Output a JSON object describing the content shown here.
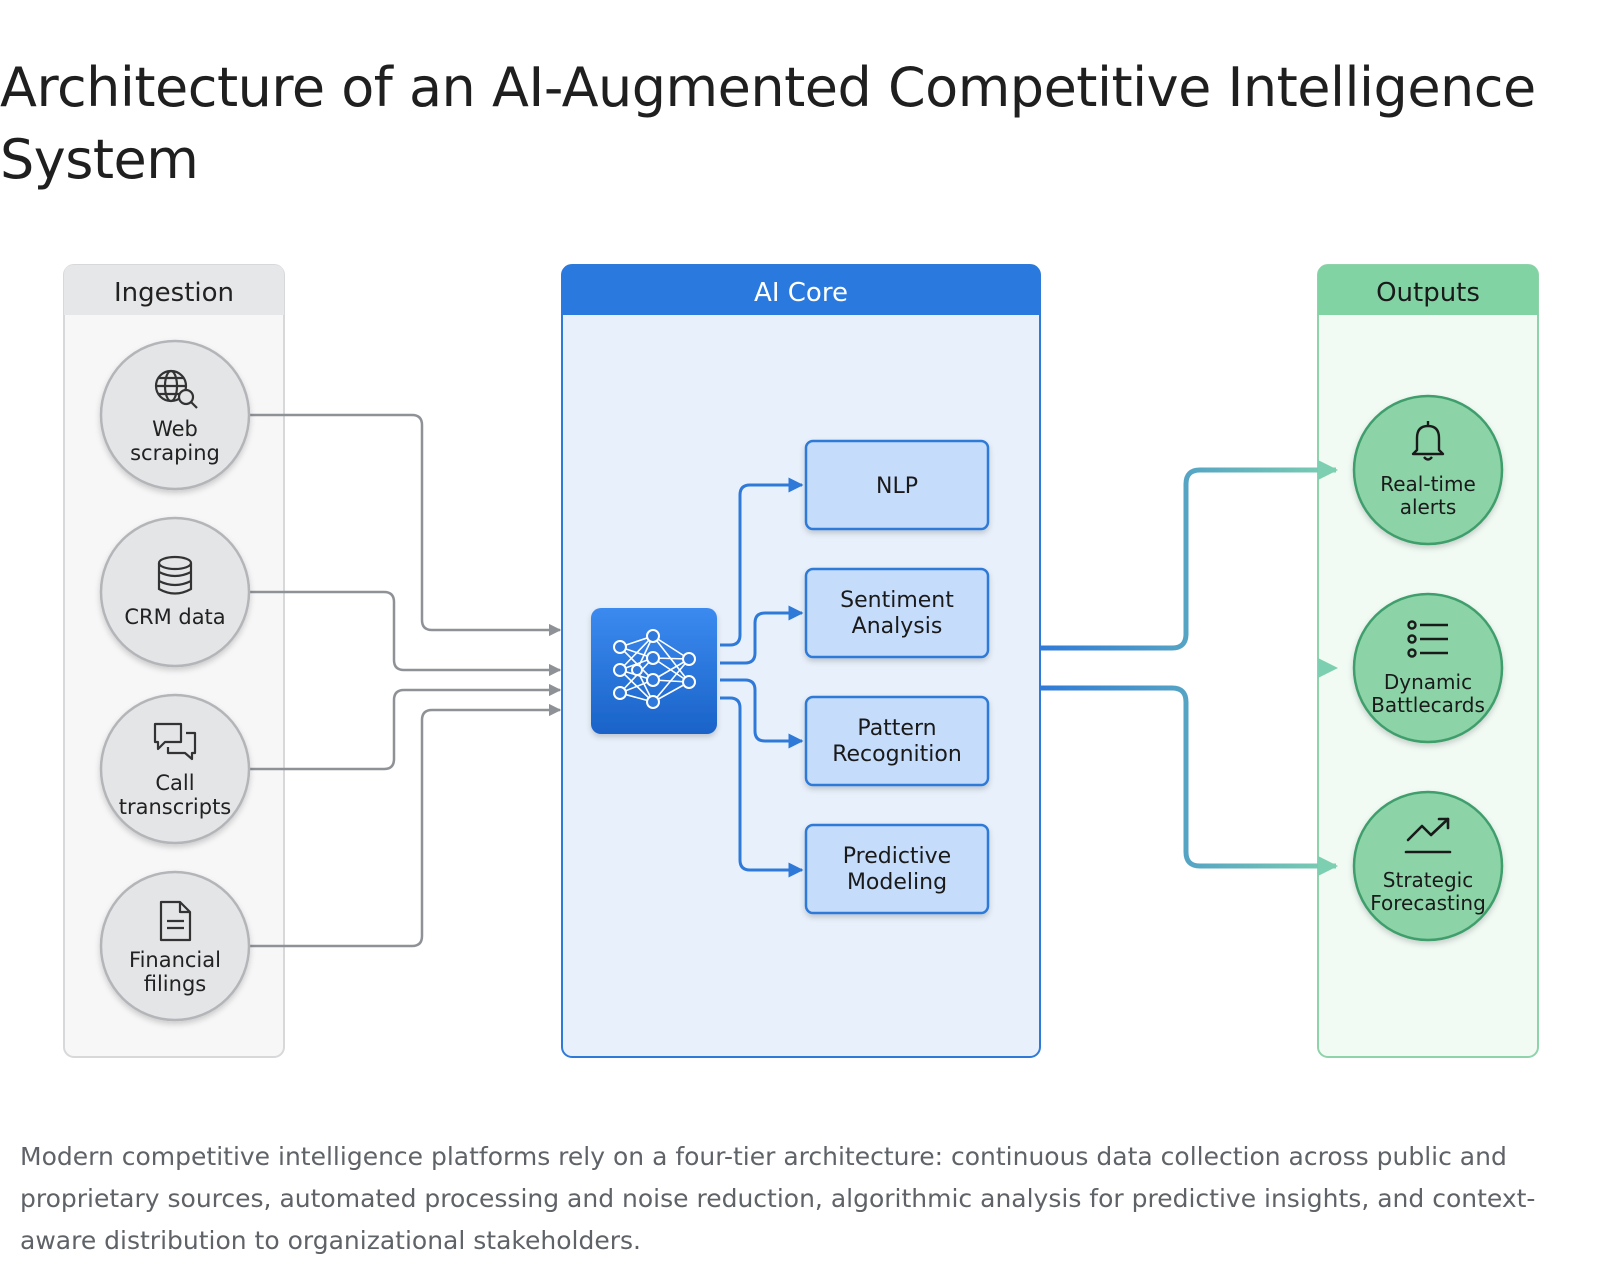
{
  "title": {
    "line1": "Architecture of an AI-Augmented Competitive Intelligence",
    "line2": "System"
  },
  "panels": {
    "ingestion": "Ingestion",
    "core": "AI Core",
    "outputs": "Outputs"
  },
  "sources": [
    {
      "line1": "Web",
      "line2": "scraping",
      "icon": "globe-search-icon"
    },
    {
      "line1": "CRM data",
      "line2": "",
      "icon": "database-icon"
    },
    {
      "line1": "Call",
      "line2": "transcripts",
      "icon": "chat-bubbles-icon"
    },
    {
      "line1": "Financial",
      "line2": "filings",
      "icon": "document-icon"
    }
  ],
  "core_hub_icon": "neural-network-icon",
  "modules": [
    {
      "line1": "NLP",
      "line2": ""
    },
    {
      "line1": "Sentiment",
      "line2": "Analysis"
    },
    {
      "line1": "Pattern",
      "line2": "Recognition"
    },
    {
      "line1": "Predictive",
      "line2": "Modeling"
    }
  ],
  "outputs": [
    {
      "line1": "Real-time",
      "line2": "alerts",
      "icon": "bell-icon"
    },
    {
      "line1": "Dynamic",
      "line2": "Battlecards",
      "icon": "list-icon"
    },
    {
      "line1": "Strategic",
      "line2": "Forecasting",
      "icon": "trend-up-icon"
    }
  ],
  "colors": {
    "ingestion_header": "#e6e7e9",
    "ingestion_circle": "#e4e5e7",
    "core_header": "#2979df",
    "core_body": "#e8f0fb",
    "module_fill": "#c5dcfb",
    "output_header": "#81d3a4",
    "output_circle": "#8cd4a7",
    "gray_connector": "#8e9196",
    "blue_connector": "#2f7ad8",
    "teal_connector": "#6bbfb9"
  },
  "caption": "Modern competitive intelligence platforms rely on a four-tier architecture: continuous data collection across public and proprietary sources, automated processing and noise reduction, algorithmic analysis for predictive insights, and context-aware distribution to organizational stakeholders."
}
